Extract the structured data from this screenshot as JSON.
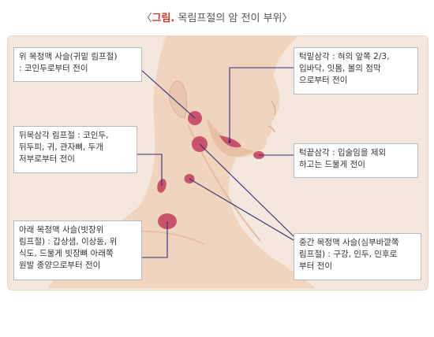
{
  "title": {
    "bracket_open": "〈",
    "prefix": "그림.",
    "text": " 목림프절의 암 전이 부위",
    "bracket_close": "〉"
  },
  "labels": {
    "upper_jugular": "위 목정맥 사슬(귀밑 림프절)\n: 코인두로부터 전이",
    "posterior_triangle": "뒤목삼각 림프절 : 코인두,\n뒤두피, 귀, 관자뼈, 두개\n저부로부터 전이",
    "lower_jugular": "아래 목정맥 사슬(빗장위\n림프절) : 갑상샘, 이상동, 위\n식도, 드물게 빗장뼈 아래쪽\n원발 종양으로부터 전이",
    "submandibular": "턱밑삼각 : 혀의 앞쪽 2/3,\n입바닥, 잇몸, 볼의 점막\n으로부터 전이",
    "submental": "턱끝삼각 : 입술임을 제외\n하고는 드물게 전이",
    "middle_jugular": "중간 목정맥 사슬(심부바깥쪽\n림프절) : 구강, 인두, 인후로\n부터 전이"
  },
  "colors": {
    "panel_bg": "#f4e8de",
    "skin": "#f0d4be",
    "skin_shadow": "#e6bfa5",
    "node": "#c9536a",
    "leader": "#2e2f7a",
    "title_accent": "#c0392b"
  }
}
